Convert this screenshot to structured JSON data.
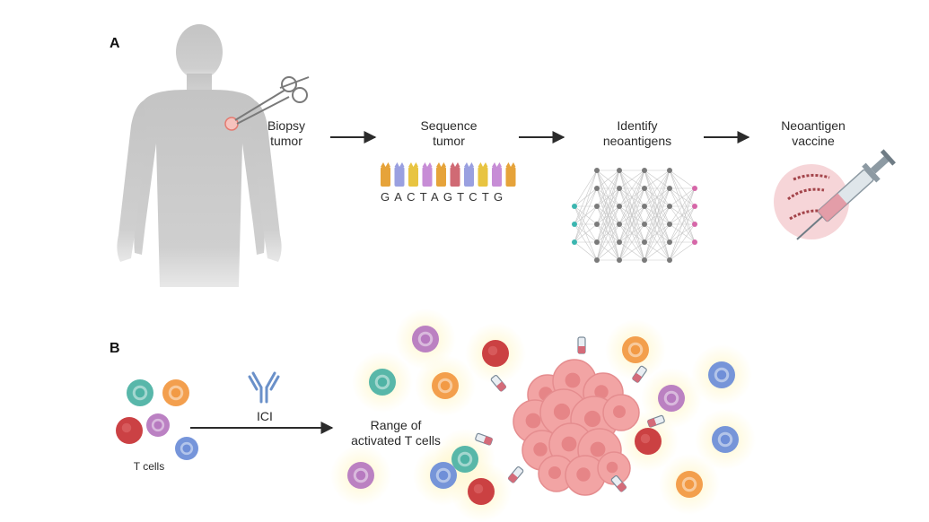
{
  "panel_a": {
    "label": "A",
    "steps": [
      "Biopsy\ntumor",
      "Sequence\ntumor",
      "Identify\nneoantigens",
      "Neoantigen\nvaccine"
    ],
    "sequence": "GACTAGTCTG"
  },
  "panel_b": {
    "label": "B",
    "t_cells_label": "T cells",
    "ici_label": "ICI",
    "activated_label": "Range of\nactivated T cells"
  },
  "colors": {
    "body": "#c9c9c9",
    "arrow": "#2b2b2b",
    "teal": "#4fb3a5",
    "orange": "#f29a45",
    "red": "#c8373a",
    "purple": "#b77ac0",
    "blue": "#6f8fd8",
    "tumor": "#f0a1a1",
    "antibody": "#6a90c9"
  }
}
